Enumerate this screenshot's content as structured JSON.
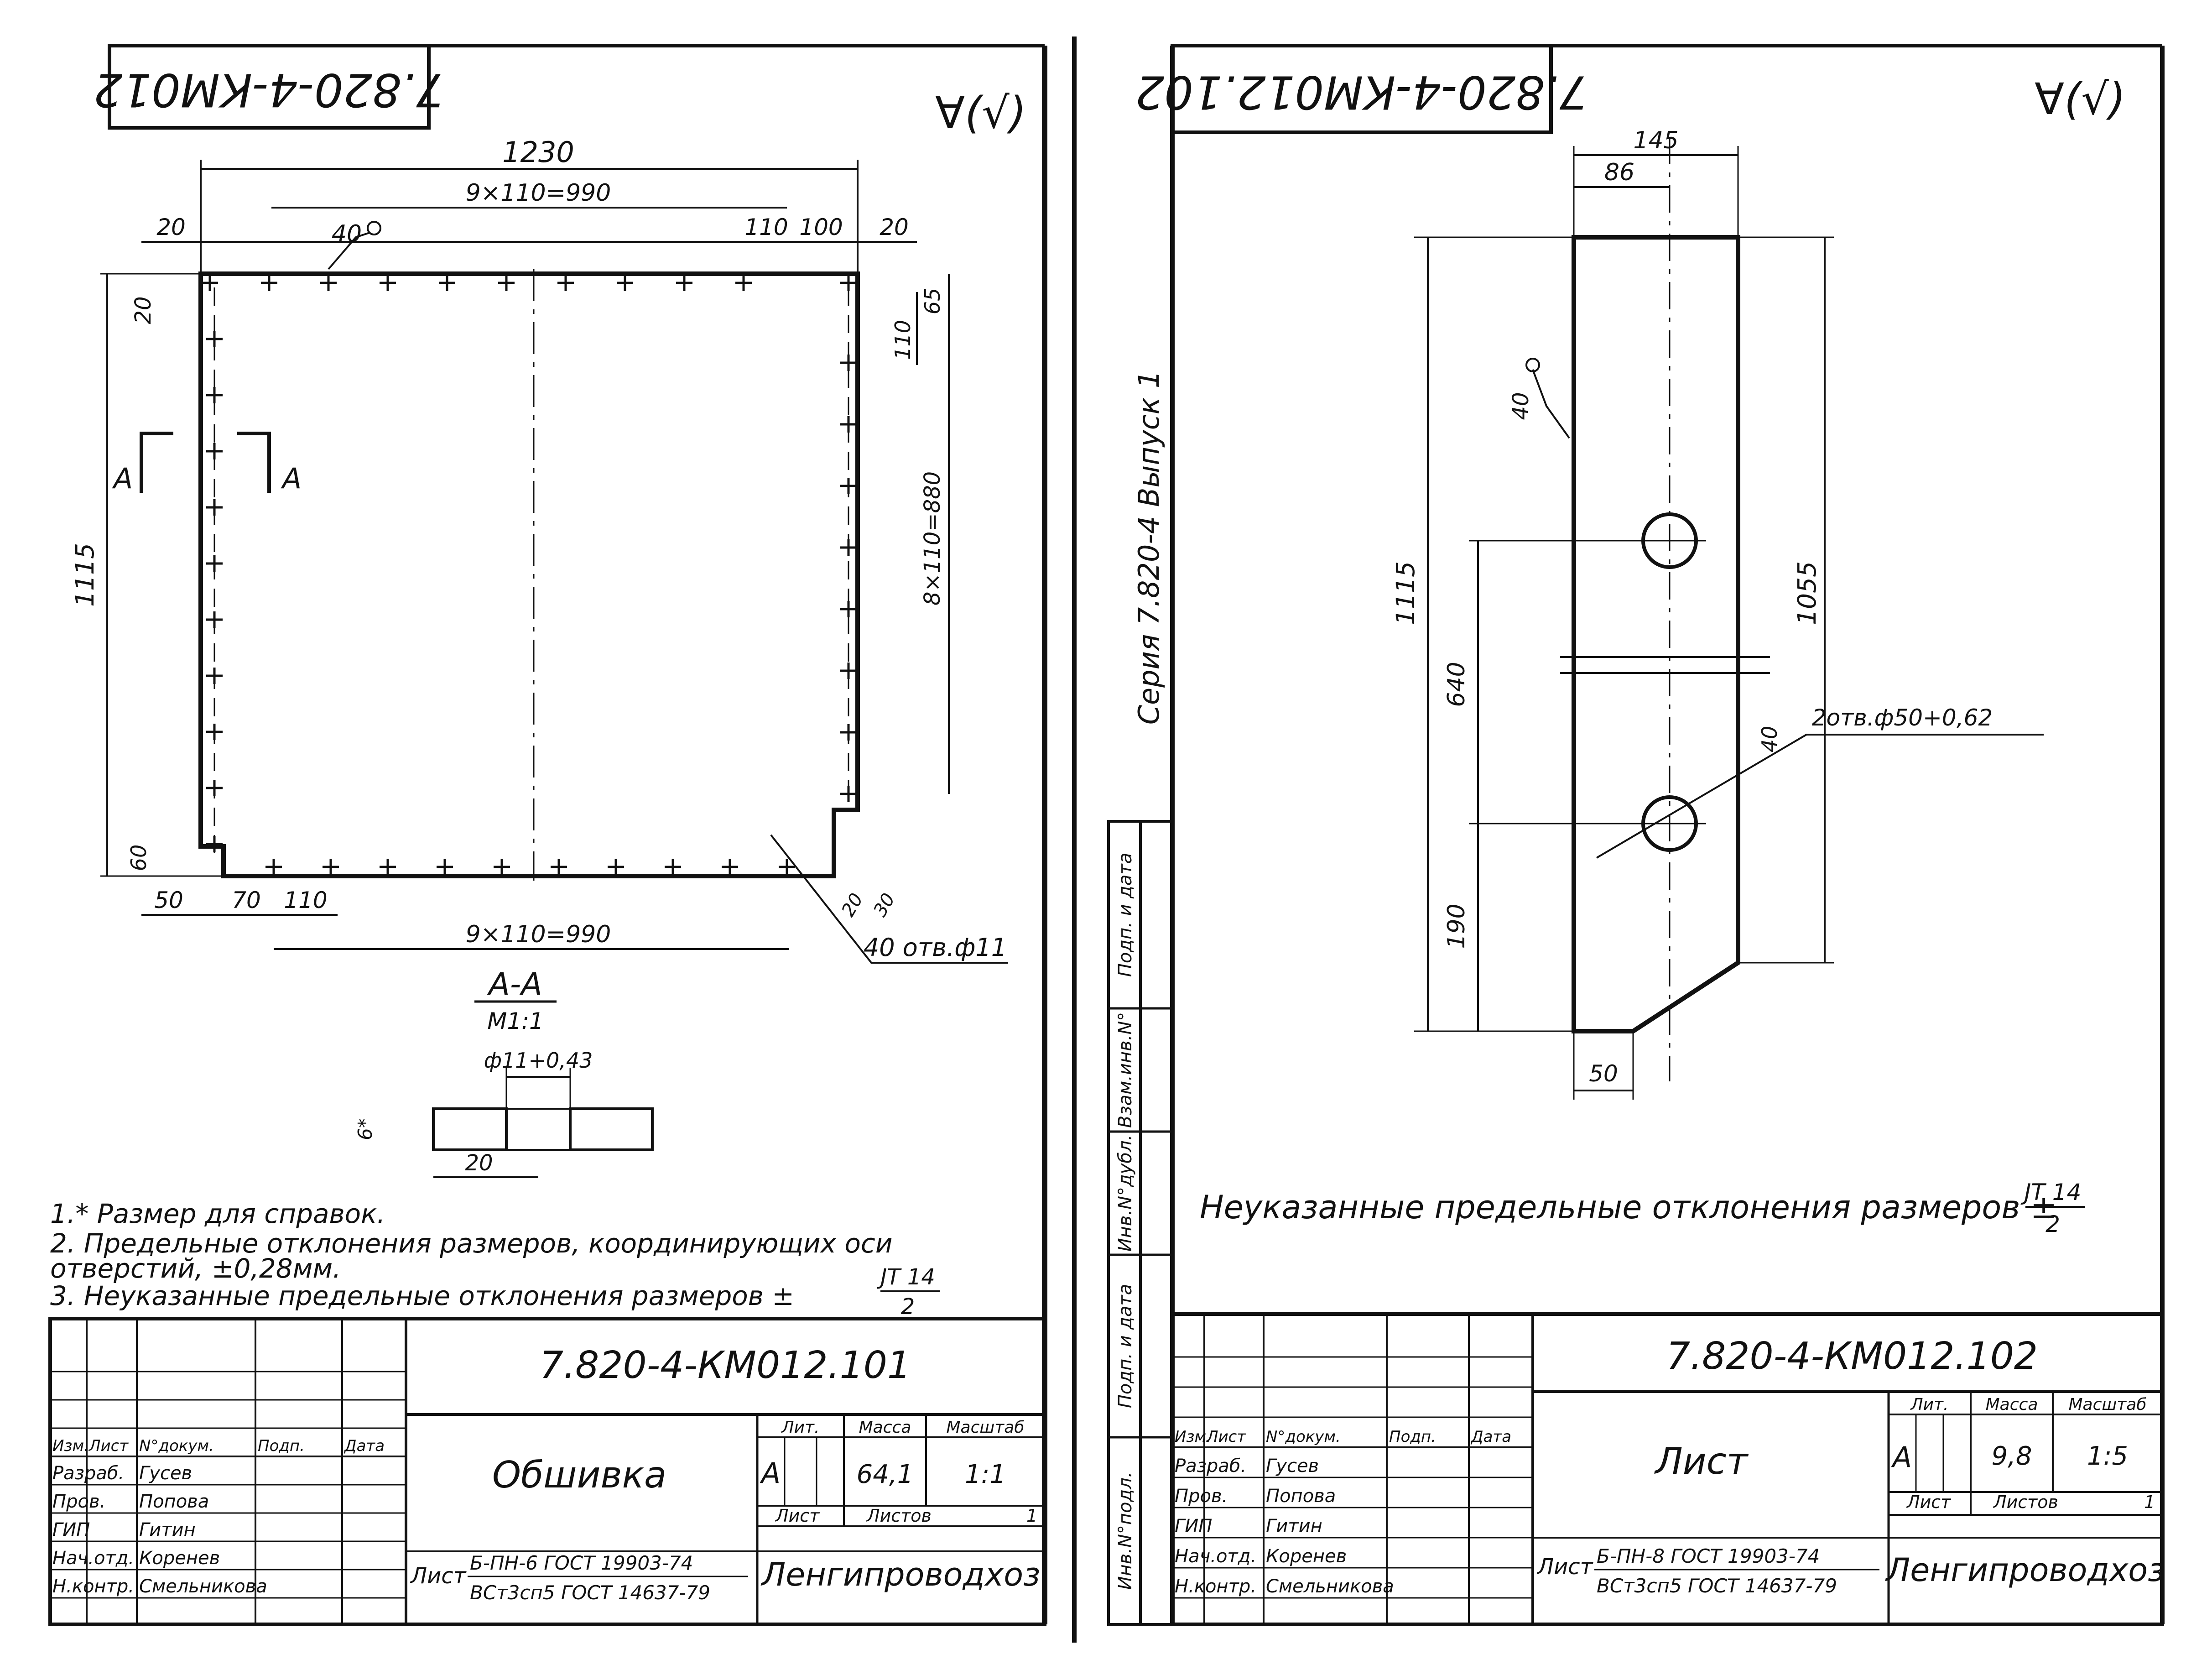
{
  "left_sheet": {
    "stamp_rotated": "7.820-4-КМ012",
    "roughness": "∀(√)",
    "dims": {
      "overall_width": "1230",
      "top_pitch": "9×110=990",
      "top_110": "110",
      "top_100": "100",
      "top_20_right": "20",
      "top_20_left": "20",
      "weld_40": "40",
      "left_20": "20",
      "height_1115": "1115",
      "right_65": "65",
      "right_110": "110",
      "right_pitch": "8×110=880",
      "bottom_60": "60",
      "bottom_50": "50",
      "bottom_70": "70",
      "bottom_110": "110",
      "bottom_pitch": "9×110=990",
      "br_20": "20",
      "br_30": "30",
      "holes_callout": "40 отв.ф11"
    },
    "section_marker": "A",
    "section": {
      "title": "A-A",
      "scale": "M1:1",
      "hole_dim": "ф11+0,43",
      "thickness": "6*",
      "edge_dim": "20"
    },
    "notes": [
      "1.* Размер для справок.",
      "2. Предельные отклонения размеров, координирующих оси",
      "   отверстий, ±0,28мм.",
      "3. Неуказанные предельные отклонения размеров ±"
    ],
    "tolerance_num": "JT 14",
    "tolerance_den": "2",
    "title_block": {
      "code": "7.820-4-КМ012.101",
      "name": "Обшивка",
      "col_headers": [
        "Изм.",
        "Лист",
        "N°докум.",
        "Подп.",
        "Дата"
      ],
      "rows": [
        {
          "role": "Разраб.",
          "name": "Гусев"
        },
        {
          "role": "Пров.",
          "name": "Попова"
        },
        {
          "role": "ГИП",
          "name": "Гитин"
        },
        {
          "role": "Нач.отд.",
          "name": "Коренев"
        },
        {
          "role": "Н.контр.",
          "name": "Смельникова"
        }
      ],
      "lit_label": "Лит.",
      "mass_label": "Масса",
      "scale_label": "Масштаб",
      "lit": "А",
      "mass": "64,1",
      "scale": "1:1",
      "sheet_label": "Лист",
      "sheets_label": "Листов",
      "sheets": "1",
      "material_prefix": "Лист",
      "material_1": "Б-ПН-6 ГОСТ 19903-74",
      "material_2": "ВСт3сп5 ГОСТ 14637-79",
      "org": "Ленгипроводхоз"
    }
  },
  "divider": {
    "series_text": "Серия 7.820-4  Выпуск 1",
    "boxes": [
      "Подп. и дата",
      "Взам.инв.N°",
      "Инв.N°дубл.",
      "Подп. и дата",
      "Инв.N°подл."
    ]
  },
  "right_sheet": {
    "stamp_rotated": "7.820-4-КМ012.102",
    "roughness": "∀(√)",
    "dims": {
      "width_145": "145",
      "width_86": "86",
      "weld_40": "40",
      "height_1115": "1115",
      "height_1055": "1055",
      "spacing_640": "640",
      "bottom_190": "190",
      "bottom_50": "50",
      "leader_40": "40",
      "holes_callout": "2отв.ф50+0,62"
    },
    "note": "Неуказанные предельные отклонения размеров ±",
    "tolerance_num": "JT 14",
    "tolerance_den": "2",
    "title_block": {
      "code": "7.820-4-КМ012.102",
      "name": "Лист",
      "col_headers": [
        "Изм.",
        "Лист",
        "N°докум.",
        "Подп.",
        "Дата"
      ],
      "rows": [
        {
          "role": "Разраб.",
          "name": "Гусев"
        },
        {
          "role": "Пров.",
          "name": "Попова"
        },
        {
          "role": "ГИП",
          "name": "Гитин"
        },
        {
          "role": "Нач.отд.",
          "name": "Коренев"
        },
        {
          "role": "Н.контр.",
          "name": "Смельникова"
        }
      ],
      "lit_label": "Лит.",
      "mass_label": "Масса",
      "scale_label": "Масштаб",
      "lit": "А",
      "mass": "9,8",
      "scale": "1:5",
      "sheet_label": "Лист",
      "sheets_label": "Листов",
      "sheets": "1",
      "material_prefix": "Лист",
      "material_1": "Б-ПН-8 ГОСТ 19903-74",
      "material_2": "ВСт3сп5 ГОСТ 14637-79",
      "org": "Ленгипроводхоз"
    }
  },
  "colors": {
    "ink": "#111111",
    "paper": "#ffffff"
  }
}
